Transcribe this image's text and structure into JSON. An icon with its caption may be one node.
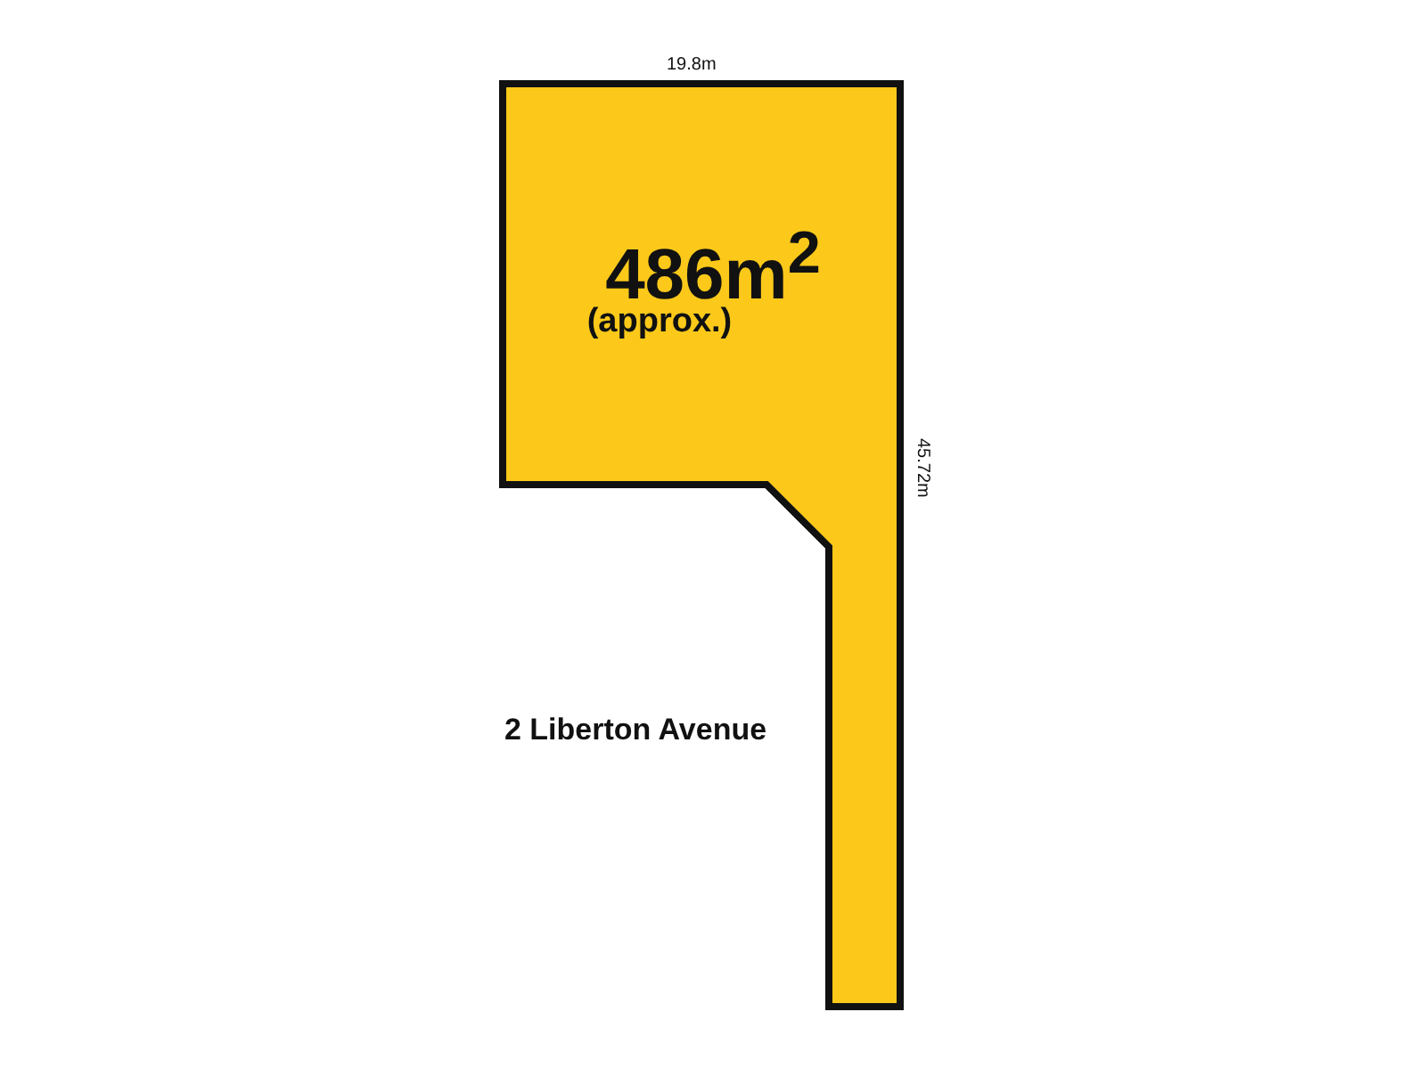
{
  "diagram": {
    "nodes": [
      {
        "text": [
          "486m$^{2}$",
          "(approx.)"
        ]
      }
    ],
    "labels": [
      "19.8m",
      "45.72m",
      "2 Liberton Avenue"
    ]
  }
}
